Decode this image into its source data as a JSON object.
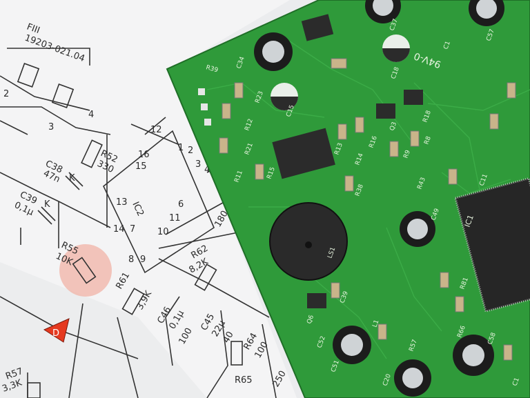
{
  "colors": {
    "paper": "#f3f3f4",
    "paper_shadow": "#d9dadd",
    "pcb": "#2f9a3a",
    "pcb_dark": "#1f7a2a",
    "chip": "#2b2b2b",
    "highlight": "#f2b3a6",
    "warning": "#e5391f"
  },
  "schematic": {
    "labels": [
      "FIII",
      "19203-021.04",
      "R52",
      "330",
      "C38",
      "47n",
      "C39",
      "0,1µ",
      "K",
      "K",
      "IC2",
      "R55",
      "10K",
      "R61",
      "3,9K",
      "R62",
      "8,2K",
      "C46",
      "0,1µ",
      "100",
      "C45",
      "22µ",
      "40",
      "R64",
      "100",
      "R65",
      "R57",
      "3,3K",
      "12",
      "16",
      "15",
      "13",
      "14",
      "7",
      "8",
      "9",
      "6",
      "11",
      "10",
      "1",
      "2",
      "3",
      "4",
      "2",
      "3",
      "4",
      "250",
      "180",
      "D"
    ]
  },
  "pcb": {
    "labels": [
      "94V-0",
      "C15",
      "C18",
      "C37",
      "C57",
      "C49",
      "LS1",
      "Q6",
      "C20",
      "C51",
      "C52",
      "R39",
      "C34",
      "R23",
      "R12",
      "R21",
      "R11",
      "R15",
      "R13",
      "R16",
      "R8",
      "R9",
      "Q3",
      "R43",
      "R38",
      "C39",
      "R81",
      "C58",
      "R57",
      "R66",
      "C1",
      "L1",
      "IC1",
      "R14",
      "C11",
      "R18",
      "C1"
    ]
  }
}
